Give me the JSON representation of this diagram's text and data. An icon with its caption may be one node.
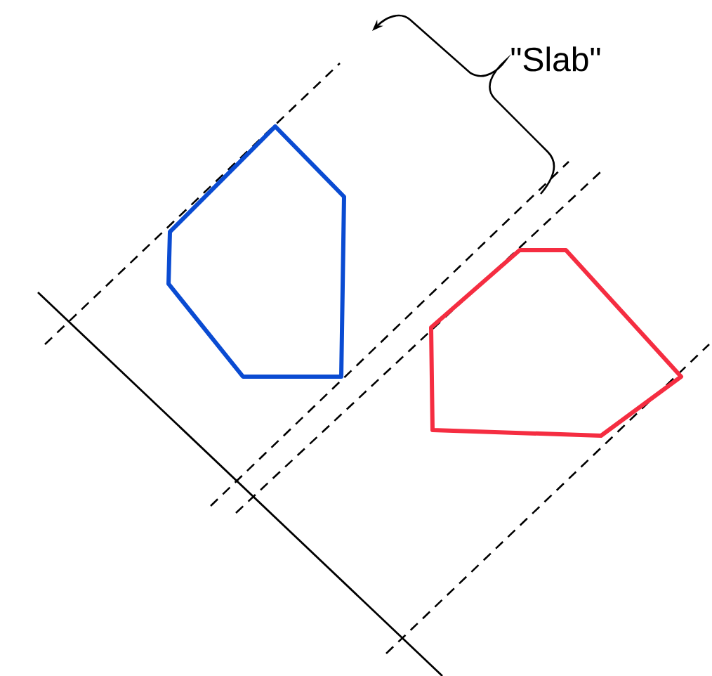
{
  "diagram": {
    "nodes": [
      {
        "text": [],
        "shape": "polygon"
      },
      {
        "text": [],
        "shape": "polygon"
      }
    ],
    "labels": [
      "\"Slab\""
    ]
  }
}
